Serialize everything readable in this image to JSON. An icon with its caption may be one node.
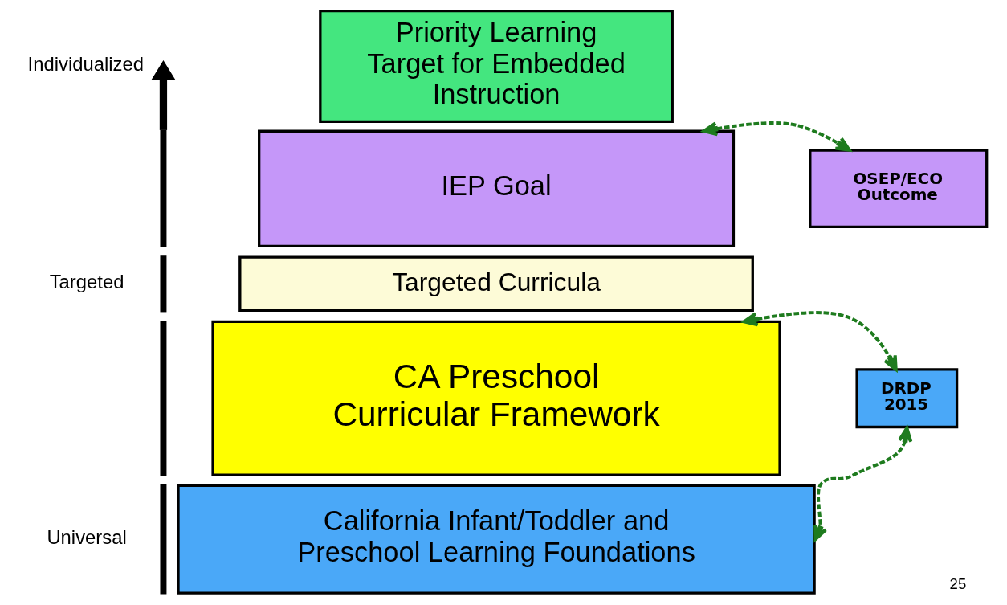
{
  "diagram": {
    "nodes": [
      {
        "text": [
          "Priority Learning Target for Embedded Instruction"
        ]
      },
      {
        "text": [
          "IEP Goal"
        ]
      },
      {
        "text": [
          "OSEP/ECO Outcome"
        ]
      },
      {
        "text": [
          "Targeted Curricula"
        ]
      },
      {
        "text": [
          "CA Preschool Curricular Framework"
        ]
      },
      {
        "text": [
          "DRDP 2015"
        ]
      },
      {
        "text": [
          "California Infant/Toddler and Preschool Learning Foundations"
        ]
      }
    ],
    "edges": [
      {
        "from": 1,
        "to": 2,
        "arrow": "both",
        "style": "dashed"
      },
      {
        "from": 4,
        "to": 5,
        "arrow": "both",
        "style": "dashed"
      },
      {
        "from": 5,
        "to": 6,
        "arrow": "both",
        "style": "dashed"
      }
    ],
    "labels": [
      "Individualized",
      "Targeted",
      "Universal",
      "25"
    ]
  }
}
